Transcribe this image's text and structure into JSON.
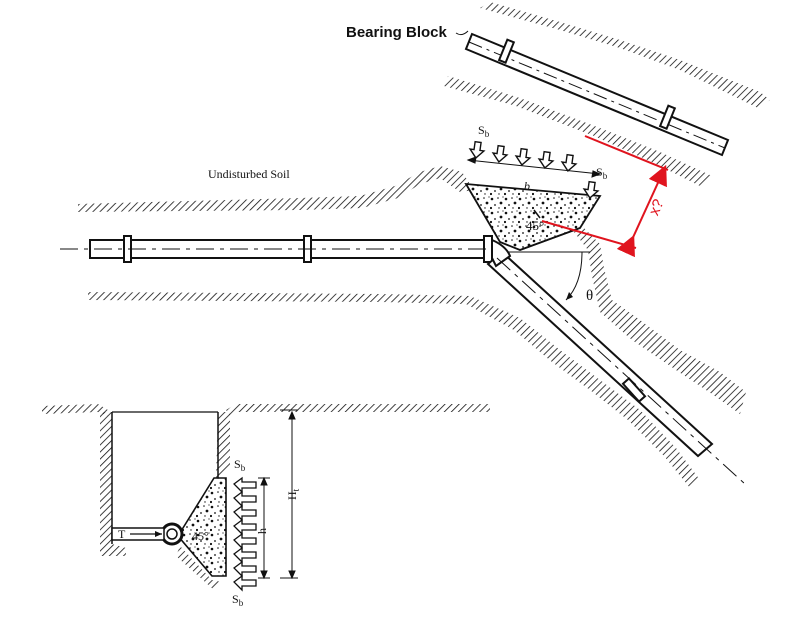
{
  "labels": {
    "bearing_block": "Bearing Block",
    "undisturbed_soil": "Undisturbed Soil",
    "sb": "S",
    "sb_sub": "b",
    "b": "b",
    "angle_45": "45°",
    "theta": "θ",
    "x_question": "x?",
    "T": "T",
    "h": "h",
    "ht": "H",
    "ht_sub": "t"
  },
  "colors": {
    "ink": "#111111",
    "annotation_red": "#e0141e",
    "concrete_dots": "#111111",
    "background": "#ffffff"
  },
  "icons": {
    "thrust_arrows": "hollow-arrow-icon",
    "soil_hatching": "hatch-pattern"
  }
}
